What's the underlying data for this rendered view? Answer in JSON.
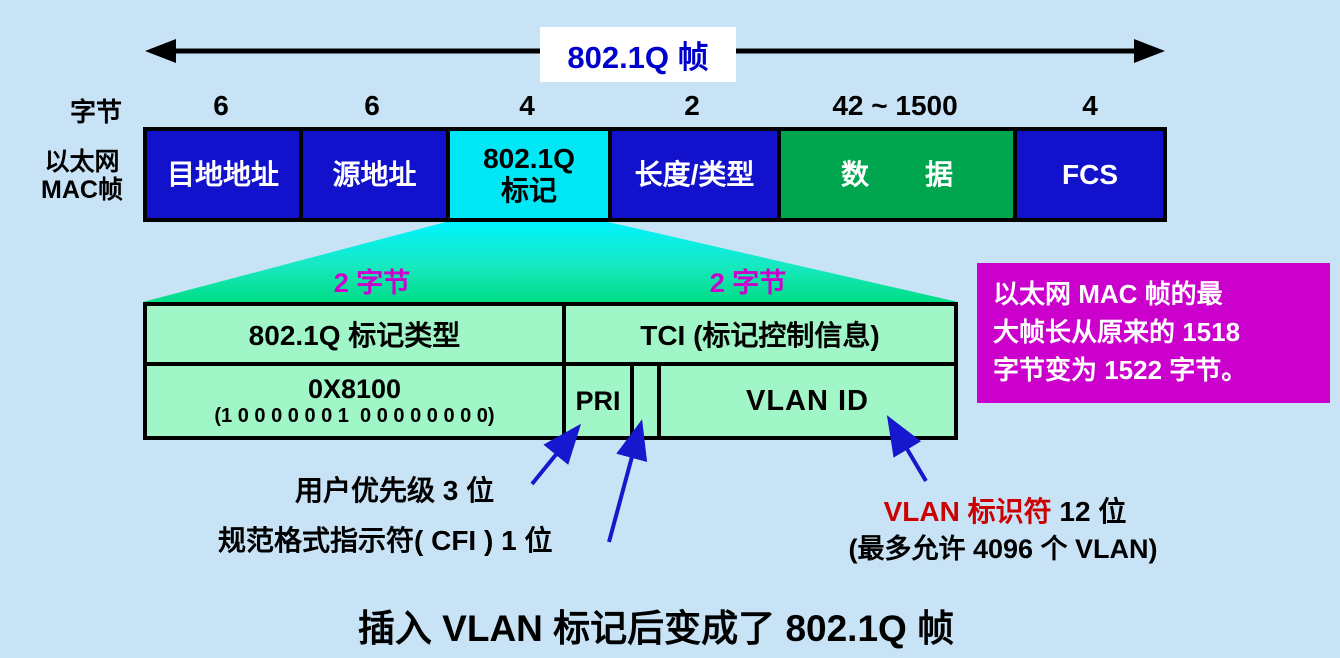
{
  "title": "802.1Q 帧",
  "top": {
    "bytes_unit_label": "字节",
    "left_label_line1": "以太网",
    "left_label_line2": "MAC帧"
  },
  "frame": {
    "fields": [
      {
        "label": "目地地址",
        "bytes": "6"
      },
      {
        "label": "源地址",
        "bytes": "6"
      },
      {
        "label": "802.1Q\n标记",
        "bytes": "4"
      },
      {
        "label": "长度/类型",
        "bytes": "2"
      },
      {
        "label": "数　　据",
        "bytes": "42 ~ 1500"
      },
      {
        "label": "FCS",
        "bytes": "4"
      }
    ]
  },
  "tag": {
    "left_bytes_label": "2 字节",
    "right_bytes_label": "2 字节",
    "type_header": "802.1Q 标记类型",
    "tci_header": "TCI (标记控制信息)",
    "type_value": "0X8100",
    "type_binary": "(1 0 0 0 0 0 0 1  0 0 0 0 0 0 0 0)",
    "pri_label": "PRI",
    "vlan_label": "VLAN ID"
  },
  "note": {
    "line1": "以太网 MAC 帧的最",
    "line2": "大帧长从原来的 1518",
    "line3": "字节变为 1522 字节。"
  },
  "annotations": {
    "pri": "用户优先级 3 位",
    "cfi": "规范格式指示符( CFI ) 1 位",
    "vlan_highlight": "VLAN 标识符",
    "vlan_rest": " 12 位",
    "vlan_line2": "(最多允许 4096 个 VLAN)"
  },
  "caption": "插入 VLAN 标记后变成了 802.1Q 帧",
  "colors": {
    "background": "#C8E3F5",
    "field_blue": "#1212CC",
    "tag_cyan": "#00E7F5",
    "data_green": "#00A64E",
    "table_mint": "#A0F6C6",
    "note_magenta": "#CC00CC",
    "bytes_magenta": "#CC00CC",
    "vlan_red": "#CC0000",
    "title_blue": "#0000CC",
    "arrow_blue": "#1717CE"
  }
}
